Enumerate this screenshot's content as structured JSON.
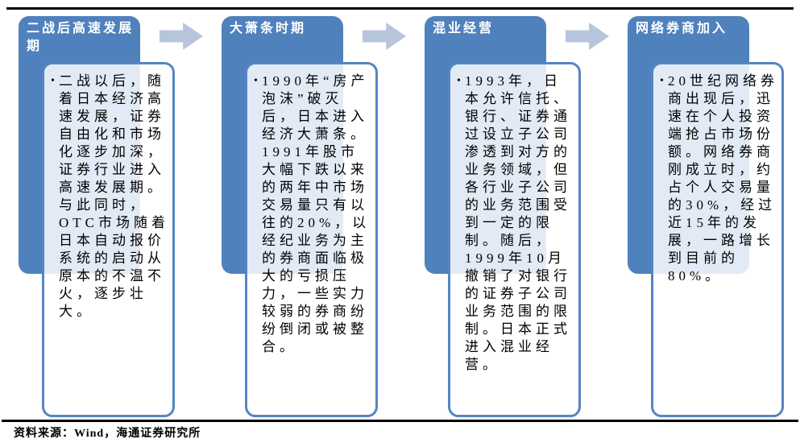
{
  "figure": {
    "bullet_glyph": "•",
    "source_label": "资料来源：Wind，海通证券研究所",
    "stages": [
      {
        "title": "二战后高速发展期",
        "body": "二战以后，随着日本经济高速发展，证券自由化和市场化逐步加深，证券行业进入高速发展期。与此同时，OTC市场随着日本自动报价系统的启动从原本的不温不火，逐步壮大。"
      },
      {
        "title": "大萧条时期",
        "body": "1990年“房产泡沫”破灭后，日本进入经济大萧条。1991年股市大幅下跌以来的两年中市场交易量只有以往的20%，以经纪业务为主的券商面临极大的亏损压力，一些实力较弱的券商纷纷倒闭或被整合。"
      },
      {
        "title": "混业经营",
        "body": "1993年，日本允许信托、银行、证券通过设立子公司渗透到对方的业务领域，但各行业子公司的业务范围受到一定的限制。随后，1999年10月撤销了对银行的证券子公司业务范围的限制。日本正式进入混业经营。"
      },
      {
        "title": "网络券商加入",
        "body": "20世纪网络券商出现后，迅速在个人投资端抢占市场份额。网络券商刚成立时，约占个人交易量的30%，经过近15年的发展，一路增长到目前的80%。"
      }
    ],
    "colors": {
      "panel_blue": "#4f81bd",
      "box_border_blue": "#5585c4",
      "box_tint_over_panel": "#dce6f2",
      "arrow_fill": "#b7c5dc",
      "rule_black": "#000000"
    }
  }
}
